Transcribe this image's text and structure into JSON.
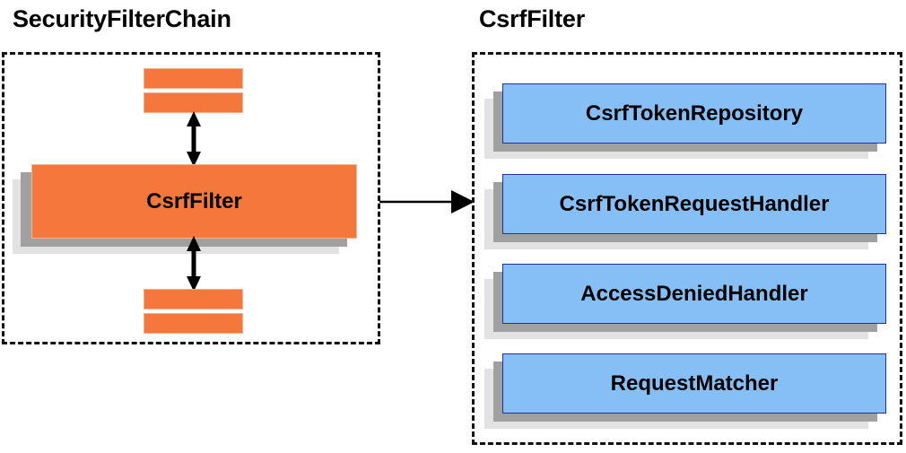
{
  "diagram": {
    "type": "architecture-block-diagram",
    "background_color": "#ffffff",
    "palette": {
      "orange_fill": "#f4783c",
      "orange_border": "#efb694",
      "blue_fill": "#85bff5",
      "blue_border": "#21309c",
      "shadow_near": "#a0a0a0",
      "shadow_far": "#e2e2e2",
      "stroke": "#000000",
      "dashed_border": "#111111"
    },
    "panels": [
      {
        "id": "security-filter-chain",
        "title": "SecurityFilterChain",
        "nodes": [
          {
            "id": "filter-bar-top-1",
            "label": "",
            "style": "orange-bar"
          },
          {
            "id": "filter-bar-top-2",
            "label": "",
            "style": "orange-bar"
          },
          {
            "id": "csrf-filter",
            "label": "CsrfFilter",
            "style": "orange-block"
          },
          {
            "id": "filter-bar-bottom-1",
            "label": "",
            "style": "orange-bar"
          },
          {
            "id": "filter-bar-bottom-2",
            "label": "",
            "style": "orange-bar"
          }
        ],
        "connectors": [
          {
            "id": "chain-arrow-above",
            "kind": "double-headed-vertical"
          },
          {
            "id": "chain-arrow-below",
            "kind": "double-headed-vertical"
          }
        ]
      },
      {
        "id": "csrf-filter-detail",
        "title": "CsrfFilter",
        "nodes": [
          {
            "id": "csrf-token-repository",
            "label": "CsrfTokenRepository",
            "style": "blue-block"
          },
          {
            "id": "csrf-token-request-handler",
            "label": "CsrfTokenRequestHandler",
            "style": "blue-block"
          },
          {
            "id": "access-denied-handler",
            "label": "AccessDeniedHandler",
            "style": "blue-block"
          },
          {
            "id": "request-matcher",
            "label": "RequestMatcher",
            "style": "blue-block"
          }
        ]
      }
    ],
    "cross_panel_connector": {
      "id": "expand-arrow",
      "kind": "single-headed-horizontal",
      "from": "security-filter-chain",
      "to": "csrf-filter-detail"
    }
  }
}
